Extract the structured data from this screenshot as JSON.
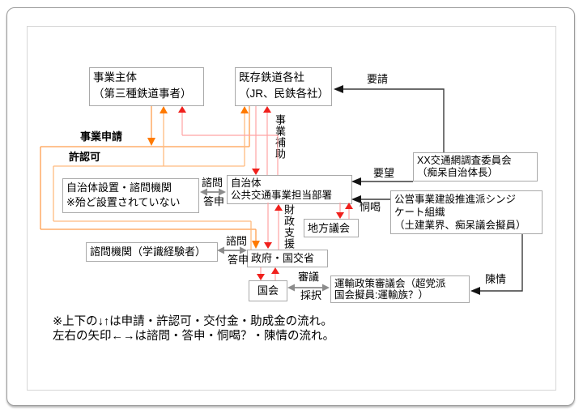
{
  "colors": {
    "application_orange": "#ff9d4d",
    "approval_orange_light": "#ffbb80",
    "arrowhead_orange": "#ff7a00",
    "subsidy_line_pink": "#ffa3a3",
    "arrowhead_red": "#f0201c",
    "consult_gray": "#8c8c8c",
    "request_black": "#3c3c3c",
    "box_border": "#a9a9a9"
  },
  "boxes": {
    "business_entity": {
      "lines": [
        "事業主体",
        "（第三種鉄道事者）"
      ]
    },
    "existing_railways": {
      "lines": [
        "既存鉄道各社",
        "（JR、民鉄各社）"
      ]
    },
    "municipal_advisory": {
      "lines": [
        "自治体設置・諮問機関",
        "※殆ど設置されていない"
      ]
    },
    "municipality": {
      "lines": [
        "自治体",
        "公共交通事業担当部署"
      ]
    },
    "local_assembly": {
      "lines": [
        "地方議会"
      ]
    },
    "xx_committee": {
      "lines": [
        "XX交通網調査委員会",
        "（痴呆自治体長）"
      ]
    },
    "syndicate": {
      "lines": [
        "公営事業建設推進派シンジ",
        "ケート組織",
        "（土建業界、痴呆議会擬員）"
      ]
    },
    "academic_advisory": {
      "lines": [
        "諮問機関（学識経験者）"
      ]
    },
    "government": {
      "lines": [
        "政府・国交省"
      ]
    },
    "diet": {
      "lines": [
        "国会"
      ]
    },
    "transport_council": {
      "lines": [
        "運輸政策審議会（超党派",
        "国会擬員:運輸族？）"
      ]
    }
  },
  "labels": {
    "business_application": "事業申請",
    "license_approval": "許認可",
    "business_subsidy": "事業補助",
    "fiscal_support": "財政支援",
    "request": "要請",
    "demand": "要望",
    "intimidation": "恫喝",
    "consultation_1": "諮問",
    "report_1": "答申",
    "consultation_2": "諮問",
    "report_2": "答申",
    "deliberation": "審議",
    "adoption": "採択",
    "petition": "陳情"
  },
  "caption": {
    "line1": "※上下の↓↑は申請・許認可・交付金・助成金の流れ。",
    "line2": "左右の矢印←→は諮問・答申・恫喝？・陳情の流れ。"
  }
}
